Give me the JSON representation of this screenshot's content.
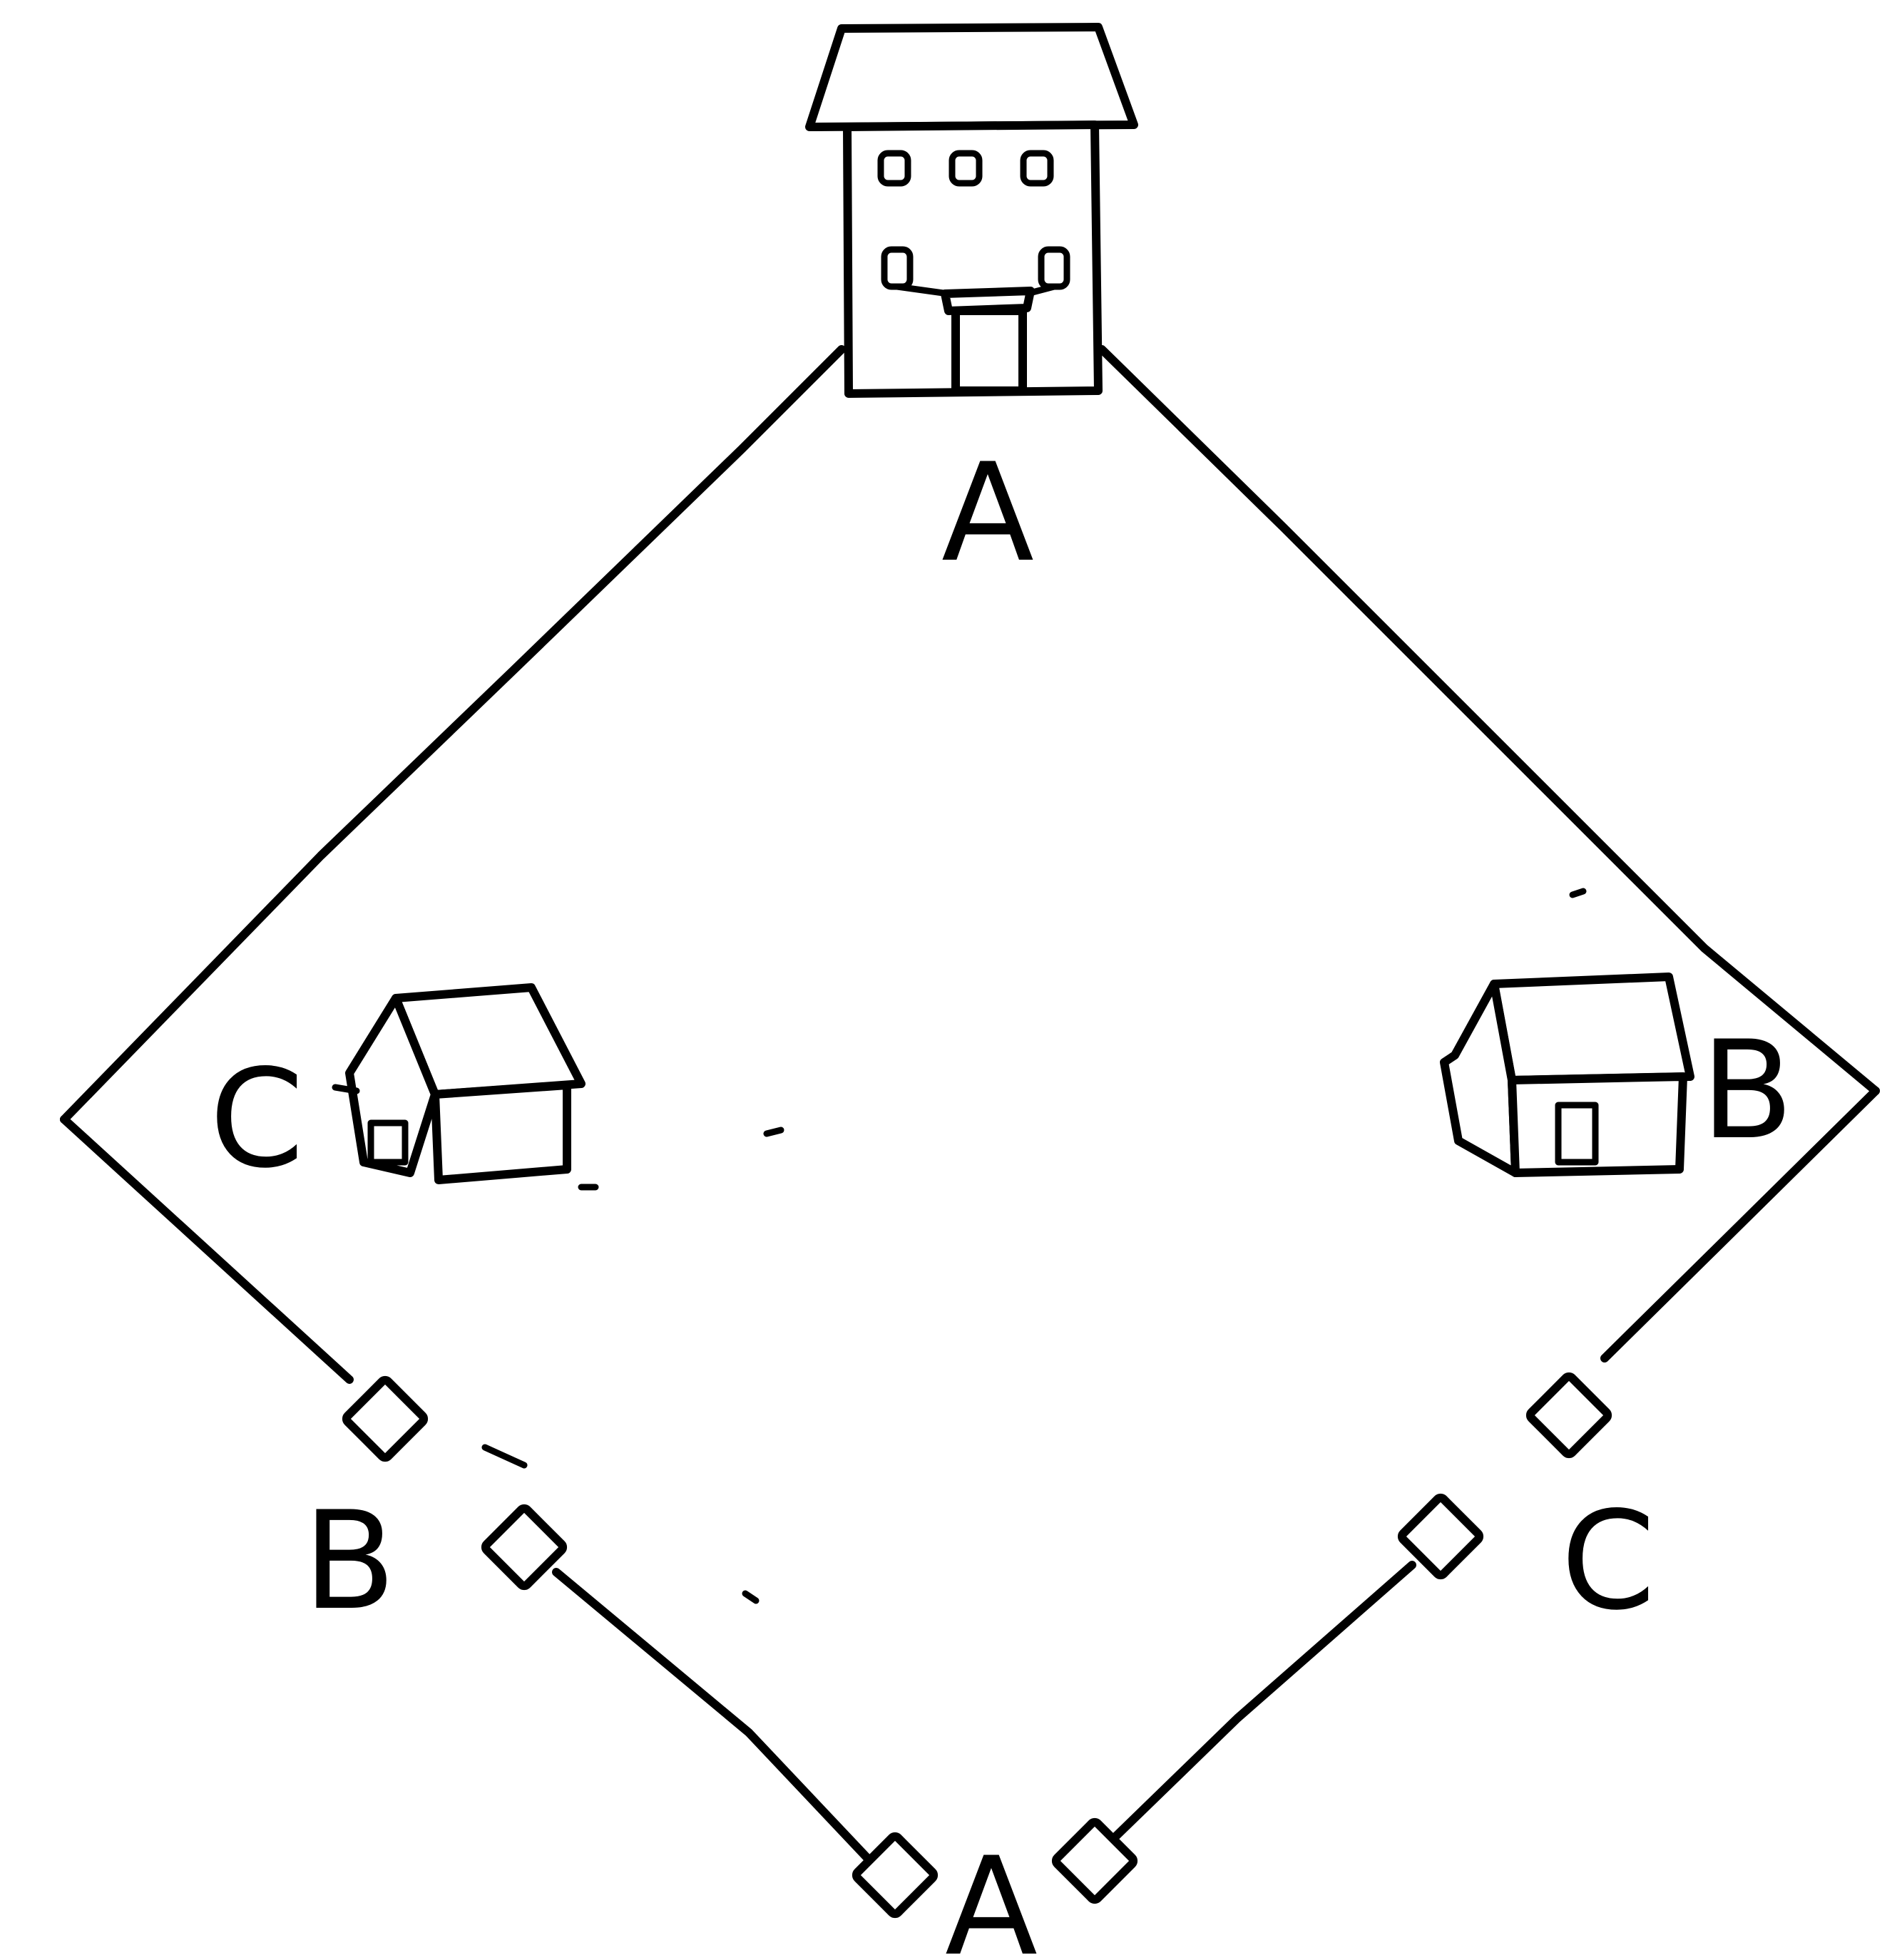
{
  "labels": {
    "large_building": "A",
    "left_house": "C",
    "right_house": "B",
    "left_lower_box": "B",
    "right_lower_box": "C",
    "bottom_boxes": "A"
  },
  "colors": {
    "ink": "#000000",
    "paper": "#ffffff"
  },
  "icons": [
    "large-building-icon",
    "small-house-icon",
    "box-marker-icon"
  ]
}
